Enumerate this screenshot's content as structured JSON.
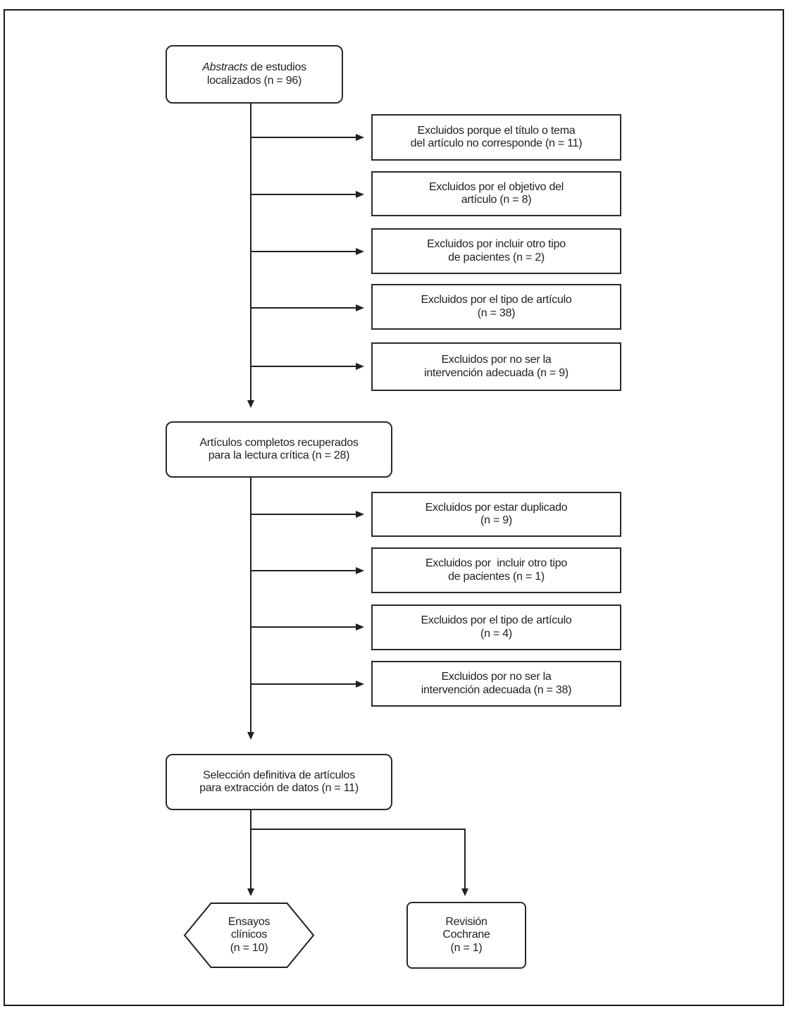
{
  "diagram": {
    "type": "flowchart",
    "language": "es",
    "colors": {
      "background": "#ffffff",
      "line": "#231f20",
      "text": "#1f1f1f"
    },
    "nodes": {
      "abstracts": {
        "italic_lead": "Abstracts",
        "rest_line1": " de estudios",
        "line2": "localizados (n = 96)"
      },
      "excl1": {
        "line1": "Excluidos porque el título o tema",
        "line2": "del artículo no corresponde (n = 11)"
      },
      "excl2": {
        "line1": "Excluidos por el objetivo del",
        "line2": "artículo (n = 8)"
      },
      "excl3": {
        "line1": "Excluidos por incluir otro tipo",
        "line2": "de pacientes (n = 2)"
      },
      "excl4": {
        "line1": "Excluidos por el tipo de artículo",
        "line2": "(n = 38)"
      },
      "excl5": {
        "line1": "Excluidos por no ser la",
        "line2": "intervención adecuada (n = 9)"
      },
      "articulos": {
        "line1": "Artículos completos recuperados",
        "line2": "para la lectura crítica (n = 28)"
      },
      "excl6": {
        "line1": "Excluidos por estar duplicado",
        "line2": "(n = 9)"
      },
      "excl7": {
        "line1": "Excluidos por  incluir otro tipo",
        "line2": "de pacientes (n = 1)"
      },
      "excl8": {
        "line1": "Excluidos por el tipo de artículo",
        "line2": "(n = 4)"
      },
      "excl9": {
        "line1": "Excluidos por no ser la",
        "line2": "intervención adecuada (n = 38)"
      },
      "seleccion": {
        "line1": "Selección definitiva de artículos",
        "line2": "para extracción de datos (n = 11)"
      },
      "ensayos": {
        "line1": "Ensayos",
        "line2": "clínicos",
        "line3": "(n = 10)"
      },
      "revision": {
        "line1": "Revisión",
        "line2": "Cochrane",
        "line3": "(n = 1)"
      }
    }
  }
}
